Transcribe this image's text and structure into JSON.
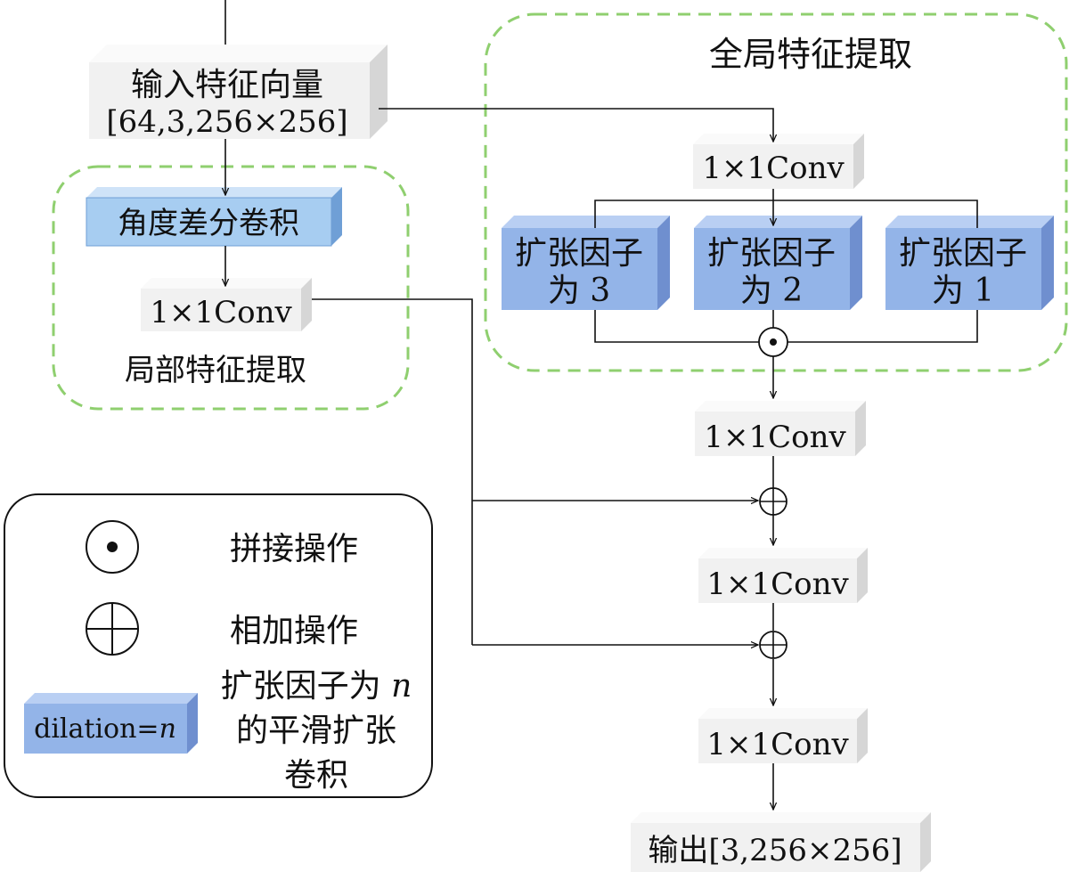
{
  "colors": {
    "dashed_region": "#8fcf6f",
    "grey_face": "#f1f1f1",
    "grey_top": "#fafafa",
    "grey_side": "#d6d6d6",
    "blue_face": "#93b4e8",
    "blue_top": "#b9cff3",
    "blue_side": "#6f8fcf",
    "light_blue_face": "#a7cdf1",
    "light_blue_top": "#cfe3f8",
    "light_blue_side": "#6f9fd6",
    "line": "#111111"
  },
  "global_region": {
    "title": "全局特征提取"
  },
  "local_region": {
    "title": "局部特征提取"
  },
  "input_block": {
    "line1": "输入特征向量",
    "line2": "[64,3,256×256]"
  },
  "angle_conv": {
    "label": "角度差分卷积"
  },
  "local_conv": {
    "label": "1×1Conv"
  },
  "global_conv_top": {
    "label": "1×1Conv"
  },
  "dilation_blocks": [
    {
      "line1": "扩张因子",
      "line2": "为 3"
    },
    {
      "line1": "扩张因子",
      "line2": "为 2"
    },
    {
      "line1": "扩张因子",
      "line2": "为 1"
    }
  ],
  "conv_after_concat": {
    "label": "1×1Conv"
  },
  "conv_after_add1": {
    "label": "1×1Conv"
  },
  "conv_after_add2": {
    "label": "1×1Conv"
  },
  "output_block": {
    "label": "输出[3,256×256]"
  },
  "operators": {
    "concat_icon": "circle-dot-icon",
    "add_icon": "circle-plus-icon"
  },
  "legend": {
    "concat_label": "拼接操作",
    "add_label": "相加操作",
    "dilation_sample_prefix": "dilation=",
    "dilation_sample_var": "n",
    "dilation_desc_line1_prefix": "扩张因子为 ",
    "dilation_desc_line1_var": "n",
    "dilation_desc_line2": "的平滑扩张",
    "dilation_desc_line3": "卷积"
  }
}
